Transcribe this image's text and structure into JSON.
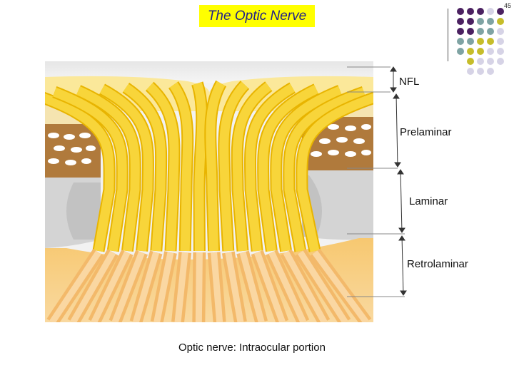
{
  "slide": {
    "title": "The Optic Nerve",
    "page_number": "45",
    "caption": "Optic nerve: Intraocular portion"
  },
  "figure": {
    "labels": {
      "nfl": "NFL",
      "prelaminar": "Prelaminar",
      "laminar": "Laminar",
      "retrolaminar": "Retrolaminar"
    }
  },
  "colors": {
    "title_bg": "#ffff00",
    "title_text": "#1f1f8a",
    "fiber": "#f6d02a",
    "fiber_light": "#fbe27a",
    "myelin": "#f4c06b",
    "choroid": "#b07a3c",
    "purple": "#4b2161",
    "teal": "#7fa3a3",
    "olive": "#c6bd2a",
    "lavender": "#d6d3e6"
  }
}
